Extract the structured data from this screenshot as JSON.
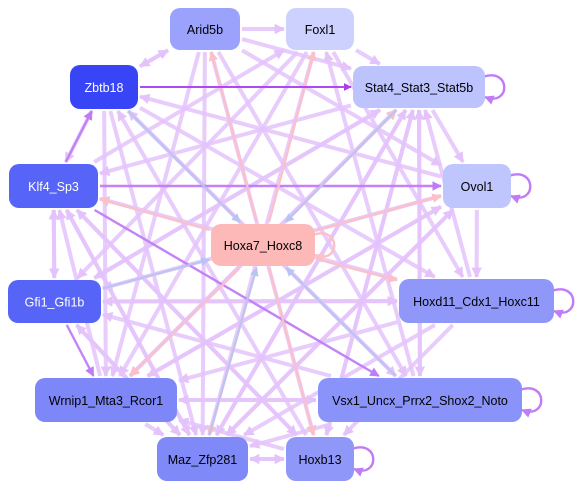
{
  "diagram": {
    "type": "gene-regulatory-network",
    "colors": {
      "edge_default": "#e4c3fb",
      "edge_strong": "#c07cf7",
      "edge_dark": "#ab3ff0",
      "edge_pink": "#fbc0c8",
      "edge_blue": "#b8c4f2",
      "center_node": "#fdb8b8"
    },
    "nodes": [
      {
        "id": "arid5b",
        "label": "Arid5b",
        "fill": "#9aa2fb",
        "text": "#000000"
      },
      {
        "id": "foxl1",
        "label": "Foxl1",
        "fill": "#ccd1fd",
        "text": "#000000"
      },
      {
        "id": "zbtb18",
        "label": "Zbtb18",
        "fill": "#3845f6",
        "text": "#ffffff"
      },
      {
        "id": "stat4",
        "label": "Stat4_Stat3_Stat5b",
        "fill": "#bcc3fd",
        "text": "#000000"
      },
      {
        "id": "klf4",
        "label": "Klf4_Sp3",
        "fill": "#5764f8",
        "text": "#ffffff"
      },
      {
        "id": "ovol1",
        "label": "Ovol1",
        "fill": "#bfc5fd",
        "text": "#000000"
      },
      {
        "id": "hoxa7",
        "label": "Hoxa7_Hoxc8",
        "fill": "#fdb8b8",
        "text": "#000000"
      },
      {
        "id": "gfi1",
        "label": "Gfi1_Gfi1b",
        "fill": "#5664f8",
        "text": "#ffffff"
      },
      {
        "id": "hoxd11",
        "label": "Hoxd11_Cdx1_Hoxc11",
        "fill": "#8f98f9",
        "text": "#000000"
      },
      {
        "id": "wrnip1",
        "label": "Wrnip1_Mta3_Rcor1",
        "fill": "#7d87f8",
        "text": "#000000"
      },
      {
        "id": "vsx1",
        "label": "Vsx1_Uncx_Prrx2_Shox2_Noto",
        "fill": "#8a93f9",
        "text": "#000000"
      },
      {
        "id": "maz",
        "label": "Maz_Zfp281",
        "fill": "#7f89f8",
        "text": "#000000"
      },
      {
        "id": "hoxb13",
        "label": "Hoxb13",
        "fill": "#8f98f9",
        "text": "#000000"
      }
    ],
    "edges": [
      {
        "from": "zbtb18",
        "to": "stat4",
        "kind": "dark"
      },
      {
        "from": "klf4",
        "to": "ovol1",
        "kind": "strong"
      },
      {
        "from": "klf4",
        "to": "vsx1",
        "kind": "strong"
      },
      {
        "from": "gfi1",
        "to": "wrnip1",
        "kind": "strong"
      },
      {
        "from": "klf4",
        "to": "zbtb18",
        "kind": "strong"
      },
      {
        "from": "zbtb18",
        "to": "wrnip1",
        "kind": "default"
      },
      {
        "from": "zbtb18",
        "to": "hoxd11",
        "kind": "default"
      },
      {
        "from": "zbtb18",
        "to": "maz",
        "kind": "default"
      },
      {
        "from": "zbtb18",
        "to": "vsx1",
        "kind": "default"
      },
      {
        "from": "zbtb18",
        "to": "arid5b",
        "kind": "default"
      },
      {
        "from": "zbtb18",
        "to": "klf4",
        "kind": "default"
      },
      {
        "from": "arid5b",
        "to": "foxl1",
        "kind": "default"
      },
      {
        "from": "arid5b",
        "to": "stat4",
        "kind": "default"
      },
      {
        "from": "arid5b",
        "to": "hoxb13",
        "kind": "default"
      },
      {
        "from": "arid5b",
        "to": "vsx1",
        "kind": "default"
      },
      {
        "from": "arid5b",
        "to": "ovol1",
        "kind": "default"
      },
      {
        "from": "arid5b",
        "to": "maz",
        "kind": "default"
      },
      {
        "from": "arid5b",
        "to": "wrnip1",
        "kind": "default"
      },
      {
        "from": "arid5b",
        "to": "zbtb18",
        "kind": "default"
      },
      {
        "from": "foxl1",
        "to": "maz",
        "kind": "default"
      },
      {
        "from": "foxl1",
        "to": "wrnip1",
        "kind": "default"
      },
      {
        "from": "foxl1",
        "to": "hoxd11",
        "kind": "default"
      },
      {
        "from": "foxl1",
        "to": "gfi1",
        "kind": "default"
      },
      {
        "from": "foxl1",
        "to": "stat4",
        "kind": "default"
      },
      {
        "from": "stat4",
        "to": "maz",
        "kind": "default"
      },
      {
        "from": "stat4",
        "to": "hoxb13",
        "kind": "default"
      },
      {
        "from": "stat4",
        "to": "wrnip1",
        "kind": "default"
      },
      {
        "from": "stat4",
        "to": "gfi1",
        "kind": "default"
      },
      {
        "from": "stat4",
        "to": "klf4",
        "kind": "default"
      },
      {
        "from": "stat4",
        "to": "ovol1",
        "kind": "default"
      },
      {
        "from": "stat4",
        "to": "vsx1",
        "kind": "default"
      },
      {
        "from": "ovol1",
        "to": "hoxd11",
        "kind": "default"
      },
      {
        "from": "ovol1",
        "to": "maz",
        "kind": "default"
      },
      {
        "from": "ovol1",
        "to": "wrnip1",
        "kind": "default"
      },
      {
        "from": "ovol1",
        "to": "gfi1",
        "kind": "default"
      },
      {
        "from": "ovol1",
        "to": "zbtb18",
        "kind": "default"
      },
      {
        "from": "hoxd11",
        "to": "maz",
        "kind": "default"
      },
      {
        "from": "hoxd11",
        "to": "wrnip1",
        "kind": "default"
      },
      {
        "from": "hoxd11",
        "to": "gfi1",
        "kind": "default"
      },
      {
        "from": "hoxd11",
        "to": "klf4",
        "kind": "default"
      },
      {
        "from": "hoxd11",
        "to": "stat4",
        "kind": "default"
      },
      {
        "from": "hoxd11",
        "to": "hoxb13",
        "kind": "default"
      },
      {
        "from": "vsx1",
        "to": "wrnip1",
        "kind": "default"
      },
      {
        "from": "vsx1",
        "to": "gfi1",
        "kind": "default"
      },
      {
        "from": "vsx1",
        "to": "zbtb18",
        "kind": "default"
      },
      {
        "from": "vsx1",
        "to": "foxl1",
        "kind": "default"
      },
      {
        "from": "vsx1",
        "to": "stat4",
        "kind": "default"
      },
      {
        "from": "vsx1",
        "to": "maz",
        "kind": "default"
      },
      {
        "from": "hoxb13",
        "to": "wrnip1",
        "kind": "default"
      },
      {
        "from": "hoxb13",
        "to": "klf4",
        "kind": "default"
      },
      {
        "from": "hoxb13",
        "to": "zbtb18",
        "kind": "default"
      },
      {
        "from": "hoxb13",
        "to": "stat4",
        "kind": "default"
      },
      {
        "from": "hoxb13",
        "to": "maz",
        "kind": "default"
      },
      {
        "from": "maz",
        "to": "gfi1",
        "kind": "default"
      },
      {
        "from": "maz",
        "to": "klf4",
        "kind": "default"
      },
      {
        "from": "maz",
        "to": "stat4",
        "kind": "default"
      },
      {
        "from": "maz",
        "to": "ovol1",
        "kind": "default"
      },
      {
        "from": "maz",
        "to": "hoxb13",
        "kind": "default"
      },
      {
        "from": "wrnip1",
        "to": "klf4",
        "kind": "default"
      },
      {
        "from": "wrnip1",
        "to": "stat4",
        "kind": "default"
      },
      {
        "from": "wrnip1",
        "to": "ovol1",
        "kind": "default"
      },
      {
        "from": "wrnip1",
        "to": "vsx1",
        "kind": "default"
      },
      {
        "from": "wrnip1",
        "to": "maz",
        "kind": "default"
      },
      {
        "from": "gfi1",
        "to": "klf4",
        "kind": "default"
      },
      {
        "from": "gfi1",
        "to": "hoxd11",
        "kind": "default"
      },
      {
        "from": "gfi1",
        "to": "maz",
        "kind": "default"
      },
      {
        "from": "gfi1",
        "to": "stat4",
        "kind": "default"
      },
      {
        "from": "klf4",
        "to": "gfi1",
        "kind": "default"
      },
      {
        "from": "klf4",
        "to": "hoxb13",
        "kind": "default"
      },
      {
        "from": "klf4",
        "to": "maz",
        "kind": "default"
      },
      {
        "from": "klf4",
        "to": "foxl1",
        "kind": "default"
      },
      {
        "from": "hoxa7",
        "to": "foxl1",
        "kind": "pink"
      },
      {
        "from": "hoxa7",
        "to": "stat4",
        "kind": "pink"
      },
      {
        "from": "hoxa7",
        "to": "arid5b",
        "kind": "pink"
      },
      {
        "from": "hoxa7",
        "to": "ovol1",
        "kind": "pink"
      },
      {
        "from": "hoxa7",
        "to": "klf4",
        "kind": "pink"
      },
      {
        "from": "hoxa7",
        "to": "wrnip1",
        "kind": "pink"
      },
      {
        "from": "hoxa7",
        "to": "maz",
        "kind": "pink"
      },
      {
        "from": "hoxa7",
        "to": "hoxb13",
        "kind": "pink"
      },
      {
        "from": "hoxa7",
        "to": "hoxd11",
        "kind": "pink"
      },
      {
        "from": "zbtb18",
        "to": "hoxa7",
        "kind": "blue"
      },
      {
        "from": "gfi1",
        "to": "hoxa7",
        "kind": "blue"
      },
      {
        "from": "vsx1",
        "to": "hoxa7",
        "kind": "blue"
      },
      {
        "from": "maz",
        "to": "hoxa7",
        "kind": "blue"
      },
      {
        "from": "stat4",
        "to": "hoxa7",
        "kind": "blue"
      }
    ],
    "self_loops": [
      "stat4",
      "ovol1",
      "hoxd11",
      "vsx1",
      "hoxb13",
      "hoxa7"
    ]
  }
}
